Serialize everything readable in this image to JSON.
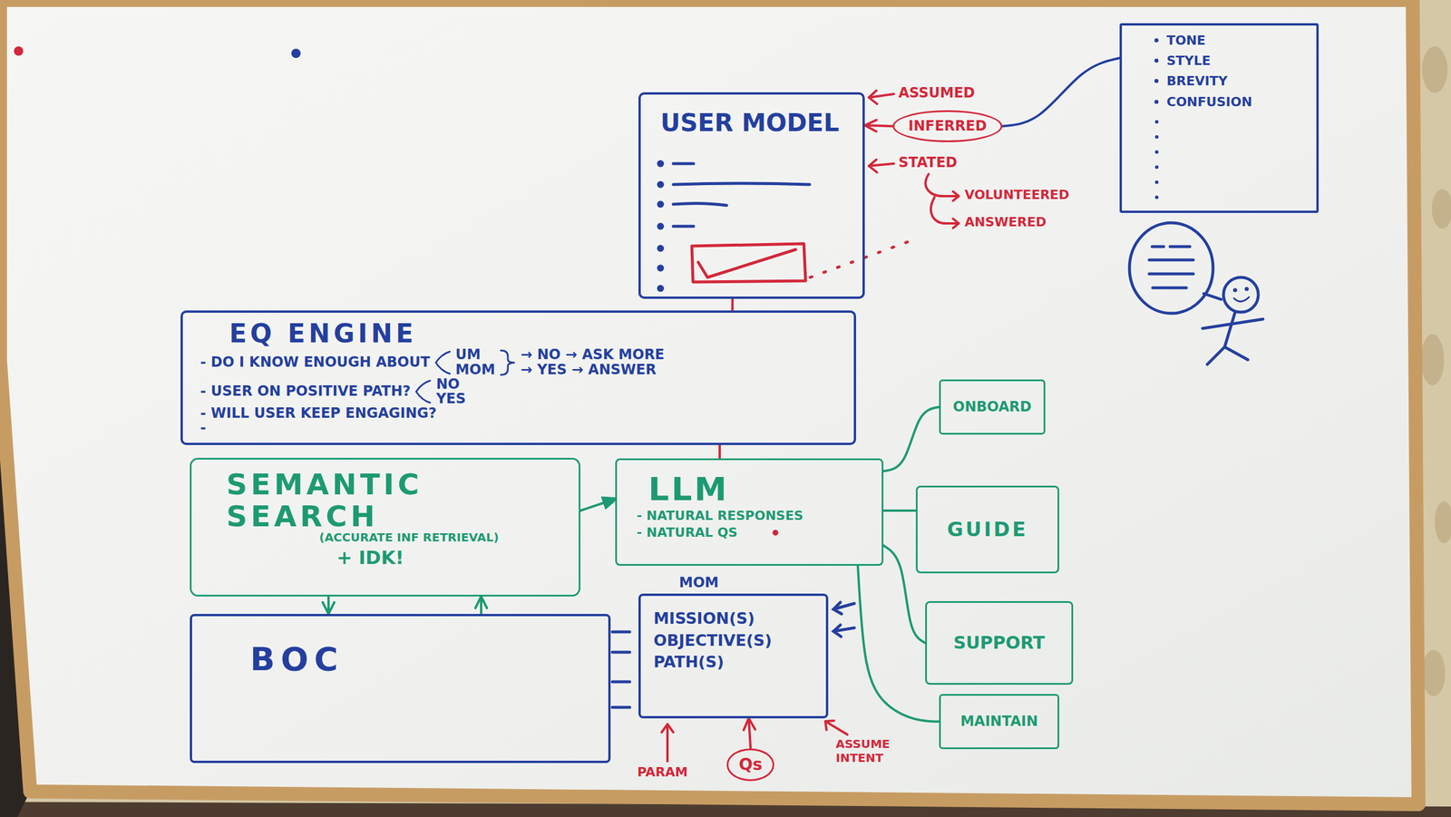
{
  "diagram": {
    "nodes": [
      {
        "text": [
          "USER MODEL"
        ]
      },
      {
        "text": [
          "INFERRED"
        ]
      },
      {
        "text": [
          "TONE",
          "STYLE",
          "BREVITY",
          "CONFUSION"
        ]
      },
      {
        "text": [
          "EQ ENGINE",
          "- DO I KNOW ENOUGH ABOUT",
          "UM",
          "MOM",
          "→ NO → ASK MORE",
          "→ YES → ANSWER",
          "- USER ON POSITIVE PATH?",
          "NO",
          "YES",
          "- WILL USER KEEP ENGAGING?",
          "-"
        ]
      },
      {
        "text": [
          "ONBOARD"
        ]
      },
      {
        "text": [
          "LLM",
          "- NATURAL RESPONSES",
          "- NATURAL QS"
        ]
      },
      {
        "text": [
          "SEMANTIC SEARCH",
          "(ACCURATE INF RETRIEVAL)",
          "+ IDK!"
        ]
      },
      {
        "text": [
          "GUIDE"
        ]
      },
      {
        "text": [
          "MOM",
          "MISSION(S)",
          "OBJECTIVE(S)",
          "PATH(S)"
        ]
      },
      {
        "text": [
          "BOC"
        ]
      },
      {
        "text": [
          "SUPPORT"
        ]
      },
      {
        "text": [
          "MAINTAIN"
        ]
      },
      {
        "text": [
          "Qs"
        ]
      }
    ],
    "edges": [
      {
        "from": 1,
        "to": 0,
        "arrow": "to"
      },
      {
        "from": 1,
        "to": 2,
        "arrow": "none"
      },
      {
        "from": 0,
        "to": 3,
        "arrow": "none"
      },
      {
        "from": 3,
        "to": 5,
        "arrow": "none"
      },
      {
        "from": 6,
        "to": 5,
        "arrow": "to"
      },
      {
        "from": 5,
        "to": 4,
        "arrow": "none"
      },
      {
        "from": 5,
        "to": 7,
        "arrow": "none"
      },
      {
        "from": 5,
        "to": 10,
        "arrow": "none"
      },
      {
        "from": 5,
        "to": 11,
        "arrow": "none"
      },
      {
        "from": 6,
        "to": 9,
        "arrow": "to"
      },
      {
        "from": 9,
        "to": 6,
        "arrow": "to"
      },
      {
        "from": 12,
        "to": 8,
        "arrow": "to"
      }
    ],
    "labels": [
      "ASSUMED",
      "STATED",
      "VOLUNTEERED",
      "ANSWERED",
      "PARAM",
      "ASSUME INTENT"
    ]
  }
}
